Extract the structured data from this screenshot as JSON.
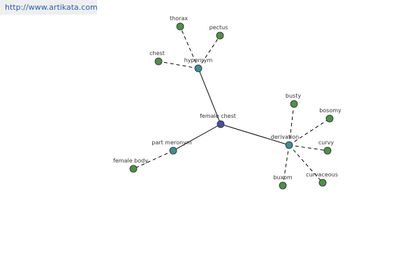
{
  "header": {
    "url": "http://www.artikata.com"
  },
  "colors": {
    "banner_bg": "#efefef",
    "banner_text": "#2a5fb0",
    "root_node": "#4b4ea0",
    "relation_node": "#3f8d95",
    "word_node": "#4f8f4a",
    "node_stroke": "#1f2f1f",
    "edge": "#000000"
  },
  "graph": {
    "root": {
      "id": "female-chest",
      "label": "female chest"
    },
    "relations": [
      {
        "id": "hypernym",
        "label": "hypernym",
        "words": [
          {
            "id": "thorax",
            "label": "thorax"
          },
          {
            "id": "pectus",
            "label": "pectus"
          },
          {
            "id": "chest",
            "label": "chest"
          }
        ]
      },
      {
        "id": "part-meronym",
        "label": "part meronym",
        "words": [
          {
            "id": "female-body",
            "label": "female body"
          }
        ]
      },
      {
        "id": "derivation",
        "label": "derivation",
        "words": [
          {
            "id": "busty",
            "label": "busty"
          },
          {
            "id": "bosomy",
            "label": "bosomy"
          },
          {
            "id": "curvy",
            "label": "curvy"
          },
          {
            "id": "curvaceous",
            "label": "curvaceous"
          },
          {
            "id": "buxom",
            "label": "buxom"
          }
        ]
      }
    ]
  }
}
